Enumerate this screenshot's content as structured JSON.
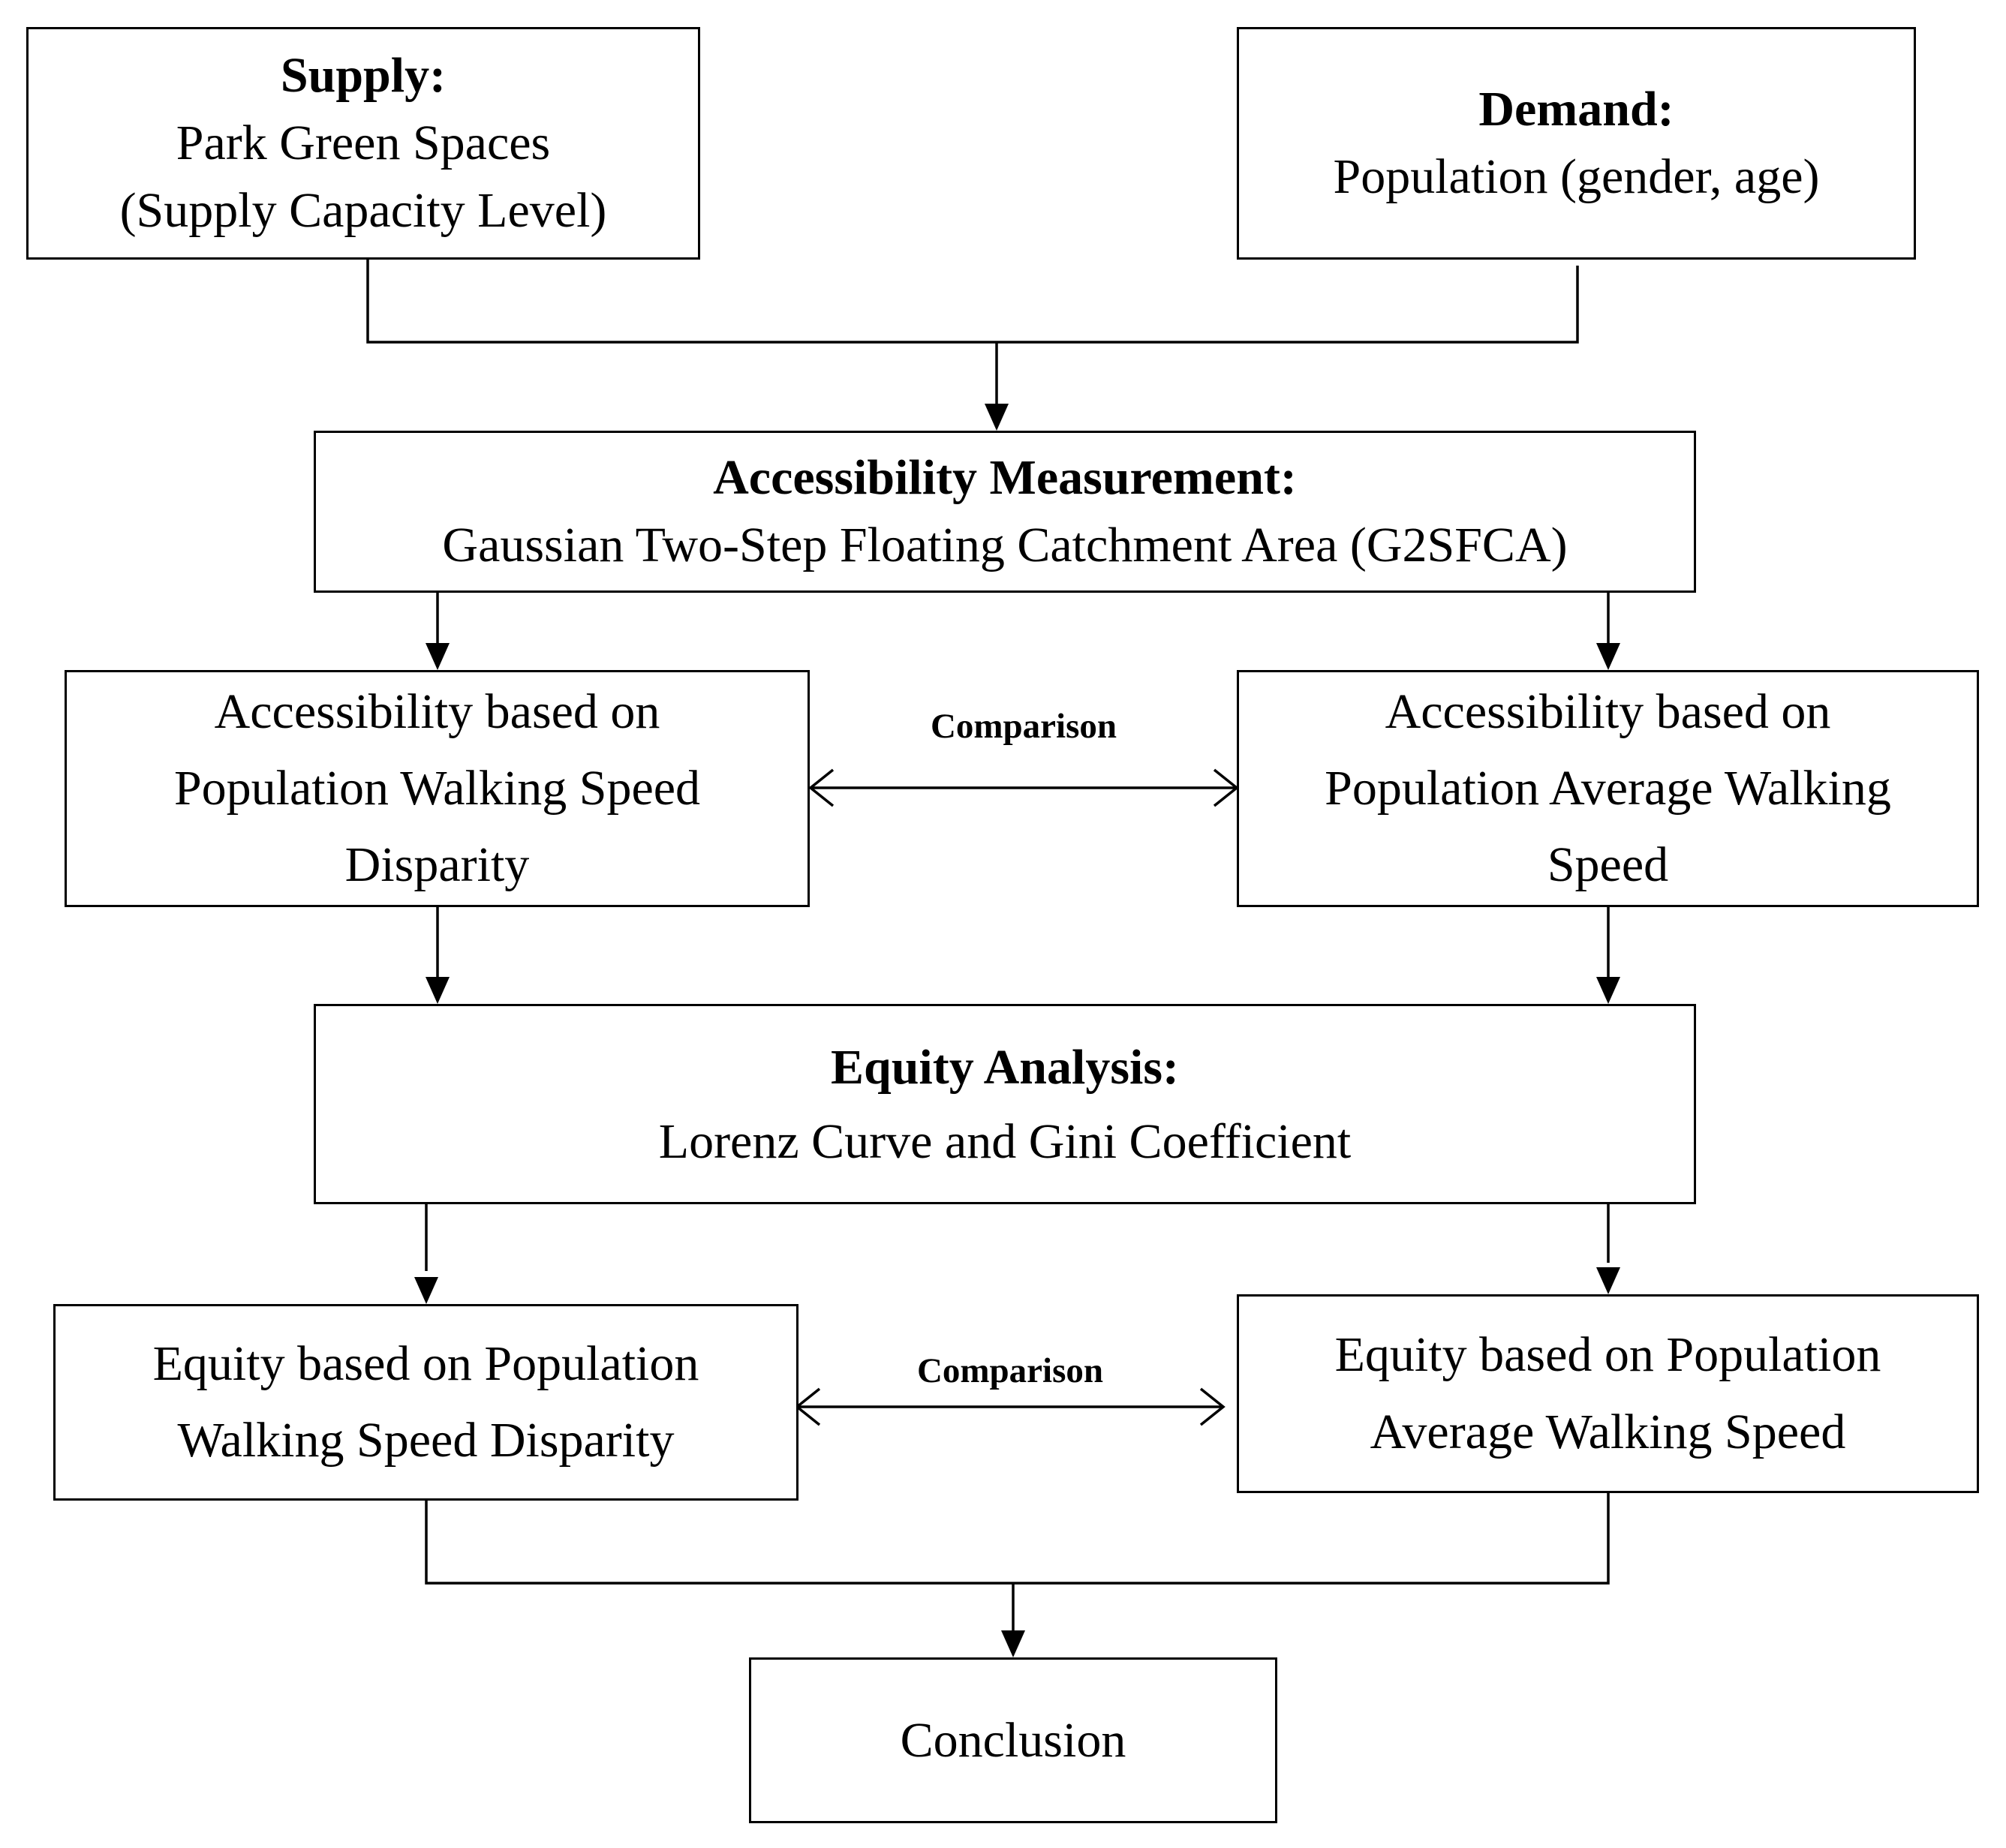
{
  "supply": {
    "title": "Supply:",
    "line1": "Park Green Spaces",
    "line2": "(Supply Capacity Level)"
  },
  "demand": {
    "title": "Demand:",
    "line1": "Population (gender, age)"
  },
  "accessibility_measurement": {
    "title": "Accessibility Measurement:",
    "line1": "Gaussian Two-Step Floating Catchment Area (G2SFCA)"
  },
  "accessibility_disparity": {
    "line1": "Accessibility based on",
    "line2": "Population Walking Speed",
    "line3": "Disparity"
  },
  "accessibility_average": {
    "line1": "Accessibility based on",
    "line2": "Population Average Walking",
    "line3": "Speed"
  },
  "equity_analysis": {
    "title": "Equity Analysis:",
    "line1": "Lorenz Curve and Gini Coefficient"
  },
  "equity_disparity": {
    "line1": "Equity based on Population",
    "line2": "Walking Speed Disparity"
  },
  "equity_average": {
    "line1": "Equity based on Population",
    "line2": "Average Walking Speed"
  },
  "conclusion": {
    "line1": "Conclusion"
  },
  "comparison_labels": {
    "upper": "Comparison",
    "lower": "Comparison"
  },
  "colors": {
    "stroke": "#000000",
    "background": "#ffffff"
  }
}
